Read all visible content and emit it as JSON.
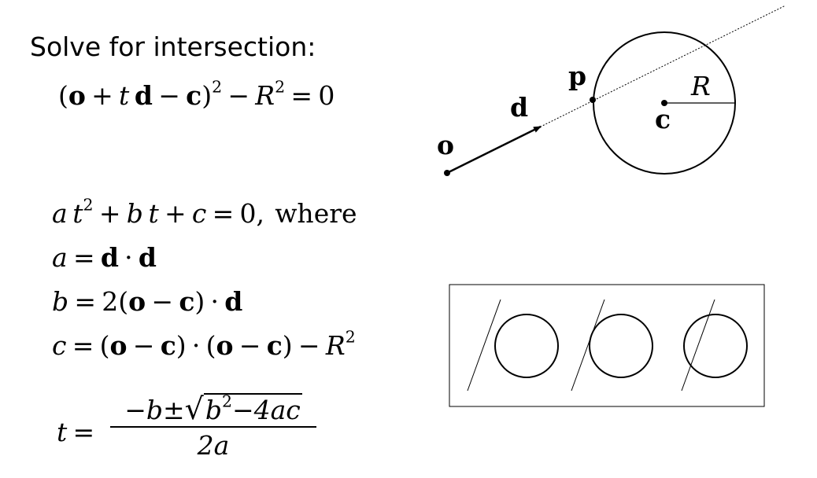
{
  "heading": "Solve for intersection:",
  "equations": {
    "distance": {
      "o": "o",
      "plus": "+",
      "t": "t",
      "d": "d",
      "minus": "−",
      "c": "c",
      "sq": "2",
      "R": "R",
      "R_sq": "2",
      "equals": "=",
      "zero": "0"
    },
    "quadratic": {
      "a": "a",
      "t": "t",
      "t_sq": "2",
      "plus1": "+",
      "b": "b",
      "t2": "t",
      "plus2": "+",
      "c": "c",
      "equals": "=",
      "zero": "0,",
      "where": "where"
    },
    "a_def": {
      "a": "a",
      "equals": "=",
      "d1": "d",
      "dot": "·",
      "d2": "d"
    },
    "b_def": {
      "b": "b",
      "equals": "=",
      "two": "2(",
      "o": "o",
      "minus": "−",
      "c": "c",
      "close": ")",
      "dot": "·",
      "d": "d"
    },
    "c_def": {
      "c": "c",
      "equals": "=",
      "o1": "o",
      "minus1": "−",
      "c1": "c",
      "dot": "·",
      "o2": "o",
      "minus2": "−",
      "c2": "c",
      "minus3": "−",
      "R": "R",
      "R_sq": "2"
    },
    "t_solution": {
      "t": "t",
      "equals": "=",
      "neg_b": "−b",
      "pm": "±",
      "sqrt": "√",
      "b": "b",
      "b_sq": "2",
      "minus": "−",
      "four_ac": "4ac",
      "denominator": "2a"
    }
  },
  "ray_diagram": {
    "labels": {
      "o": "o",
      "d": "d",
      "p": "p",
      "c": "c",
      "R": "R"
    }
  },
  "cases_panel": {
    "cases": [
      "miss",
      "tangent",
      "two-intersections"
    ]
  }
}
